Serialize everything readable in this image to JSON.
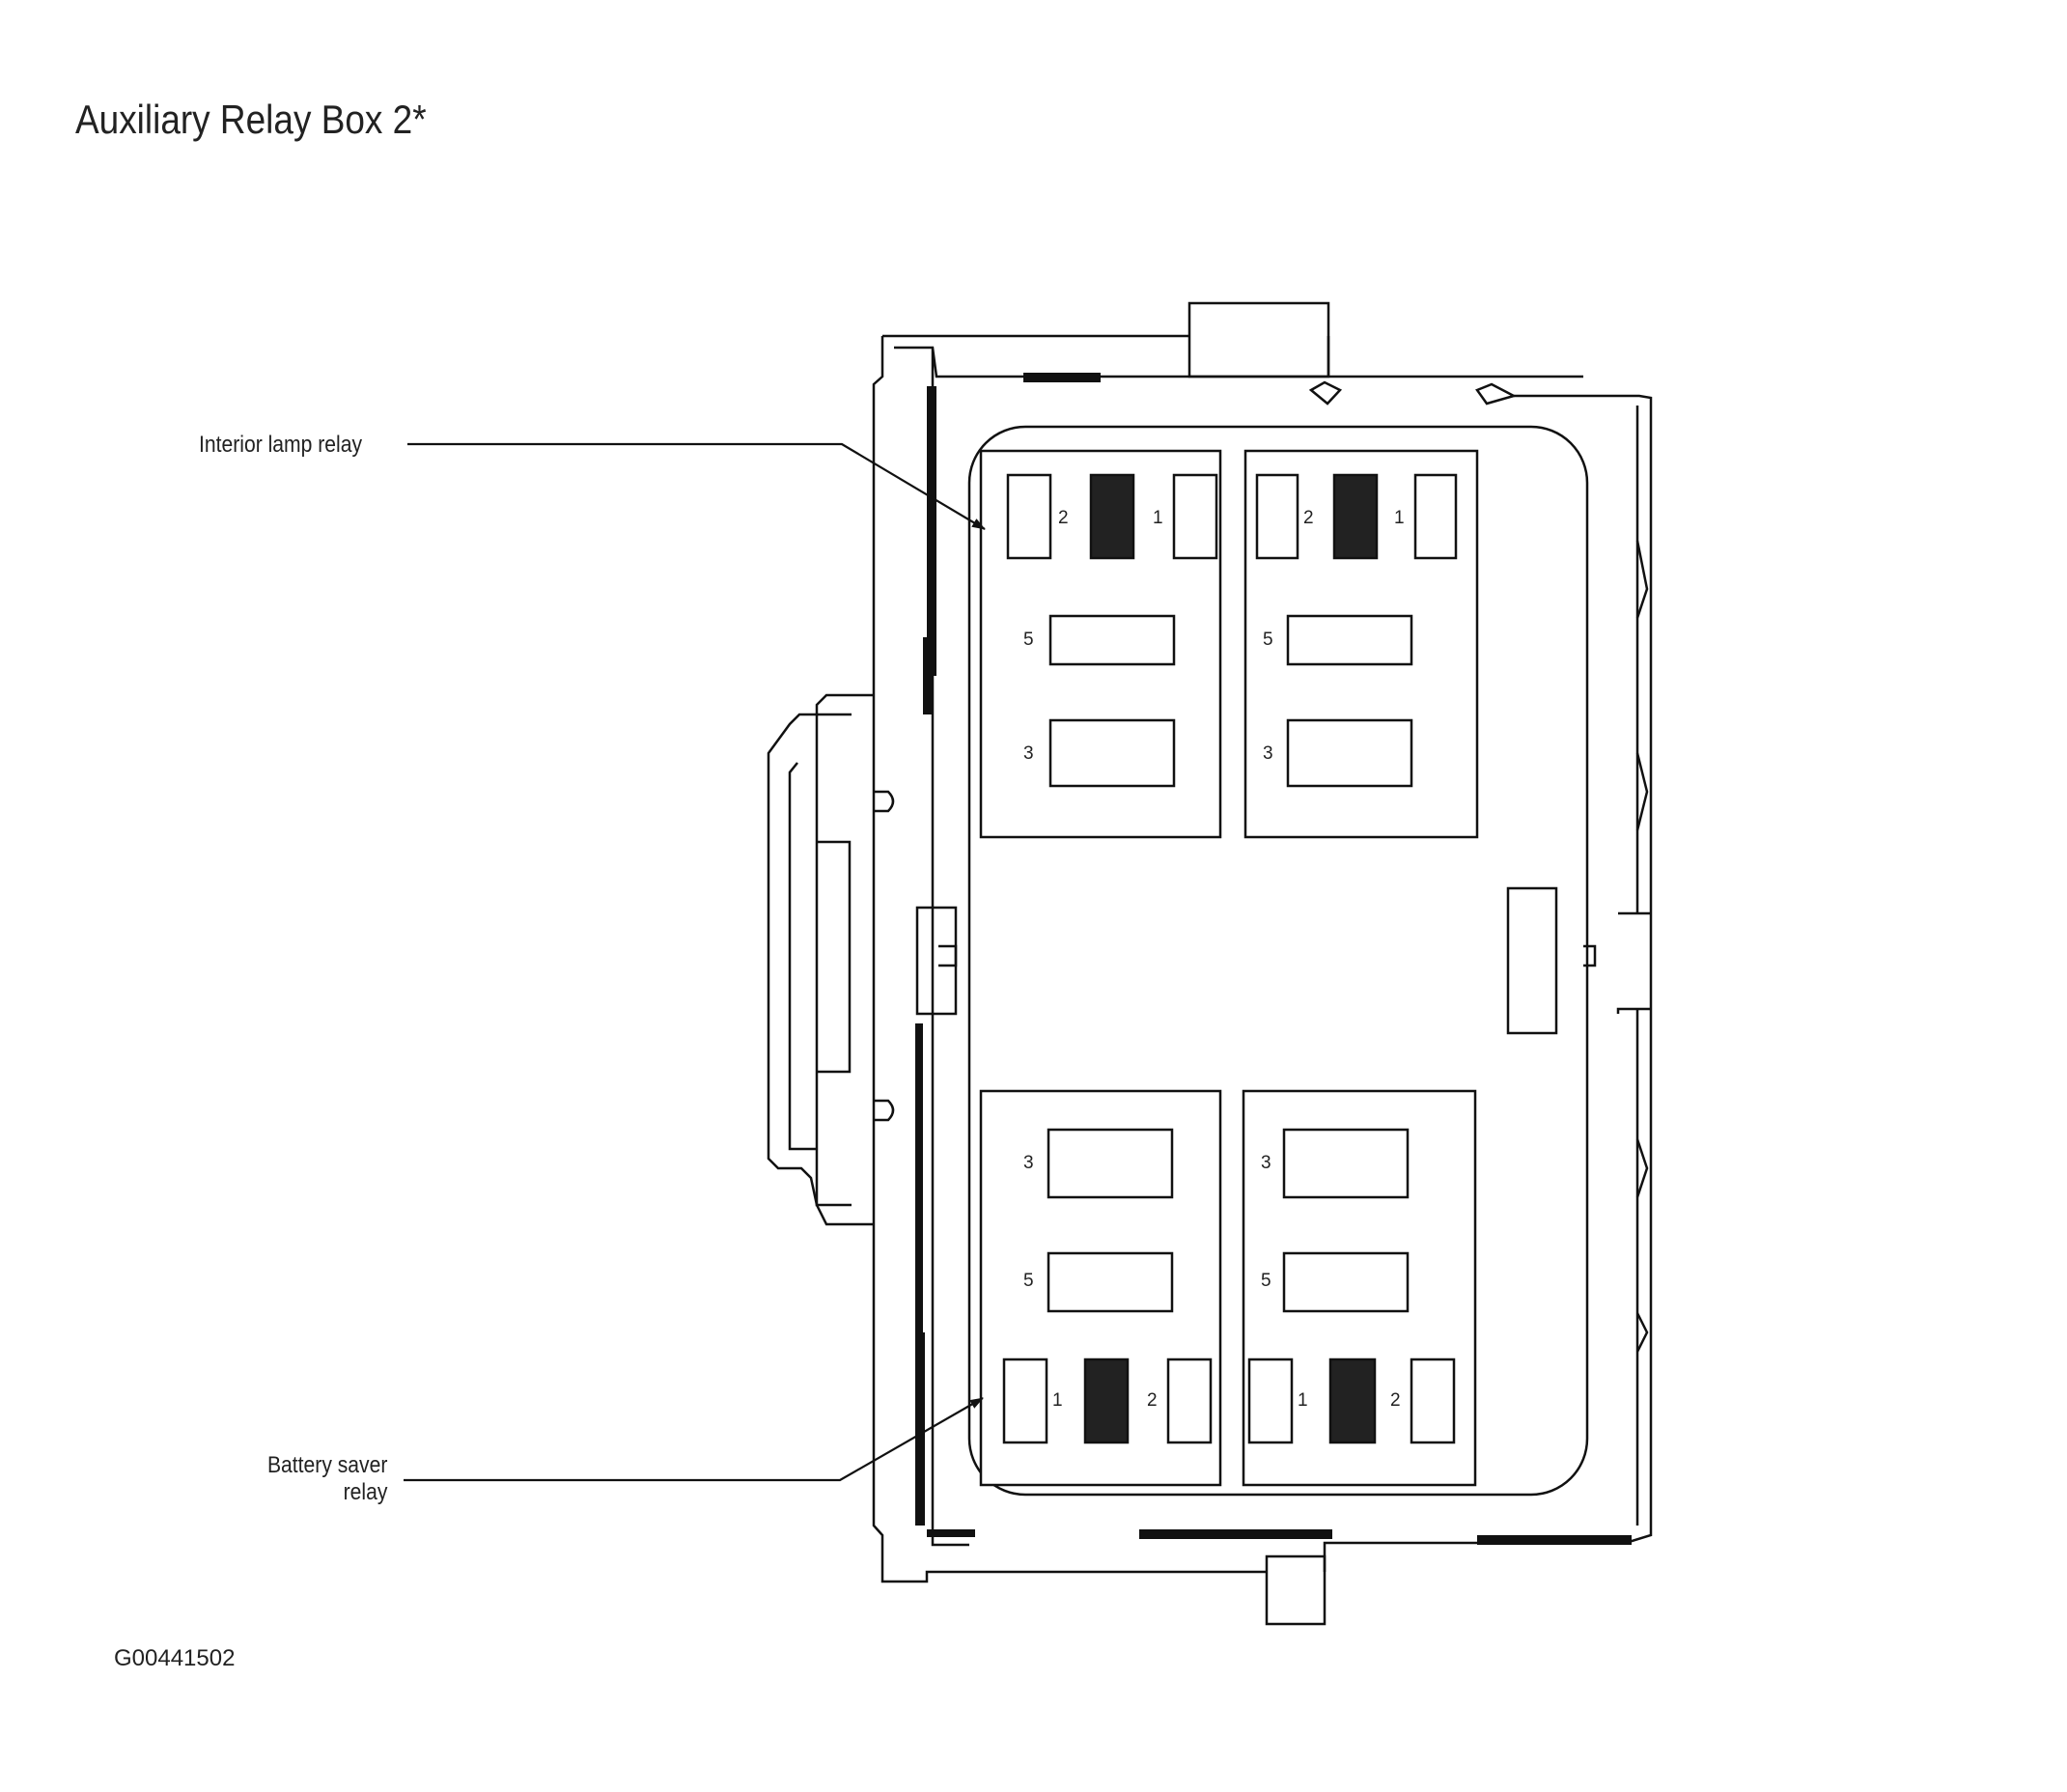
{
  "title": "Auxiliary Relay Box 2*",
  "callouts": {
    "interior_lamp_relay": "Interior lamp relay",
    "battery_saver_relay_line1": "Battery saver",
    "battery_saver_relay_line2": "relay"
  },
  "figure_code": "G00441502",
  "relays": [
    {
      "position": "top-left",
      "pins": [
        "2",
        "1",
        "5",
        "3"
      ]
    },
    {
      "position": "top-right",
      "pins": [
        "2",
        "1",
        "5",
        "3"
      ]
    },
    {
      "position": "bottom-left",
      "pins": [
        "3",
        "5",
        "1",
        "2"
      ]
    },
    {
      "position": "bottom-right",
      "pins": [
        "3",
        "5",
        "1",
        "2"
      ]
    }
  ]
}
